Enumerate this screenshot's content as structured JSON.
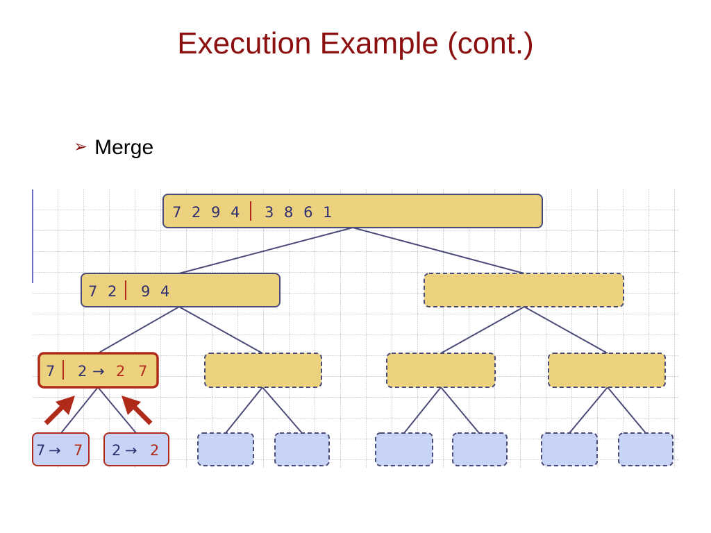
{
  "title": "Execution Example (cont.)",
  "bullet": "Merge",
  "colors": {
    "title": "#8b0f0f",
    "node_fill": "#ecd17e",
    "leaf_fill": "#c8d4f6",
    "border": "#4a4a78",
    "active_border": "#b02a1a",
    "text": "#2e2e6e",
    "arrow": "#b02a1a"
  },
  "tree": {
    "root": {
      "left": "7 2 9 4",
      "right": "3 8 6 1"
    },
    "level1_left": {
      "left": "7 2",
      "right": "9 4"
    },
    "level2_active": {
      "left": "7",
      "mid": "2",
      "arrow": "→",
      "result": "2 7"
    },
    "leaf_1": {
      "input": "7",
      "arrow": "→",
      "output": "7"
    },
    "leaf_2": {
      "input": "2",
      "arrow": "→",
      "output": "2"
    }
  }
}
